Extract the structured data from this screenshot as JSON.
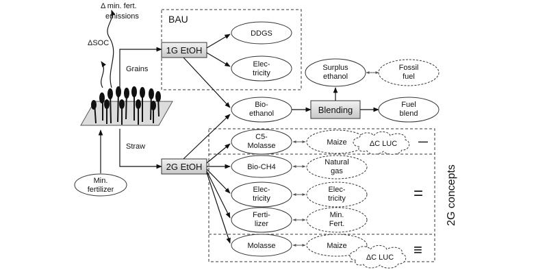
{
  "labels": {
    "bau": "BAU",
    "delta_soc": "ΔSOC",
    "delta_min_fert_line1": "Δ min. fert.",
    "delta_min_fert_line2": "emissions",
    "grains": "Grains",
    "straw": "Straw",
    "min_fertilizer_line1": "Min.",
    "min_fertilizer_line2": "fertilizer",
    "etoh_1g": "1G EtOH",
    "etoh_2g": "2G EtOH",
    "ddgs": "DDGS",
    "electricity_1g_line1": "Elec-",
    "electricity_1g_line2": "tricity",
    "bioethanol_line1": "Bio-",
    "bioethanol_line2": "ethanol",
    "blending": "Blending",
    "surplus_ethanol_line1": "Surplus",
    "surplus_ethanol_line2": "ethanol",
    "fossil_fuel_line1": "Fossil",
    "fossil_fuel_line2": "fuel",
    "fuel_blend_line1": "Fuel",
    "fuel_blend_line2": "blend",
    "c5_molasse_line1": "C5-",
    "c5_molasse_line2": "Molasse",
    "maize_1": "Maize",
    "delta_c_luc_1": "ΔC LUC",
    "bio_ch4": "Bio-CH4",
    "natural_gas_line1": "Natural",
    "natural_gas_line2": "gas",
    "electricity_2g_line1": "Elec-",
    "electricity_2g_line2": "tricity",
    "electricity_sub_line1": "Elec-",
    "electricity_sub_line2": "tricity",
    "fertilizer_line1": "Ferti-",
    "fertilizer_line2": "lizer",
    "min_fert_sub_line1": "Min.",
    "min_fert_sub_line2": "Fert.",
    "molasse": "Molasse",
    "maize_2": "Maize",
    "delta_c_luc_2": "ΔC LUC",
    "concept_symbol_1": "—",
    "concept_symbol_2": "=",
    "concept_symbol_3": "≡",
    "concepts_2g": "2G concepts"
  }
}
